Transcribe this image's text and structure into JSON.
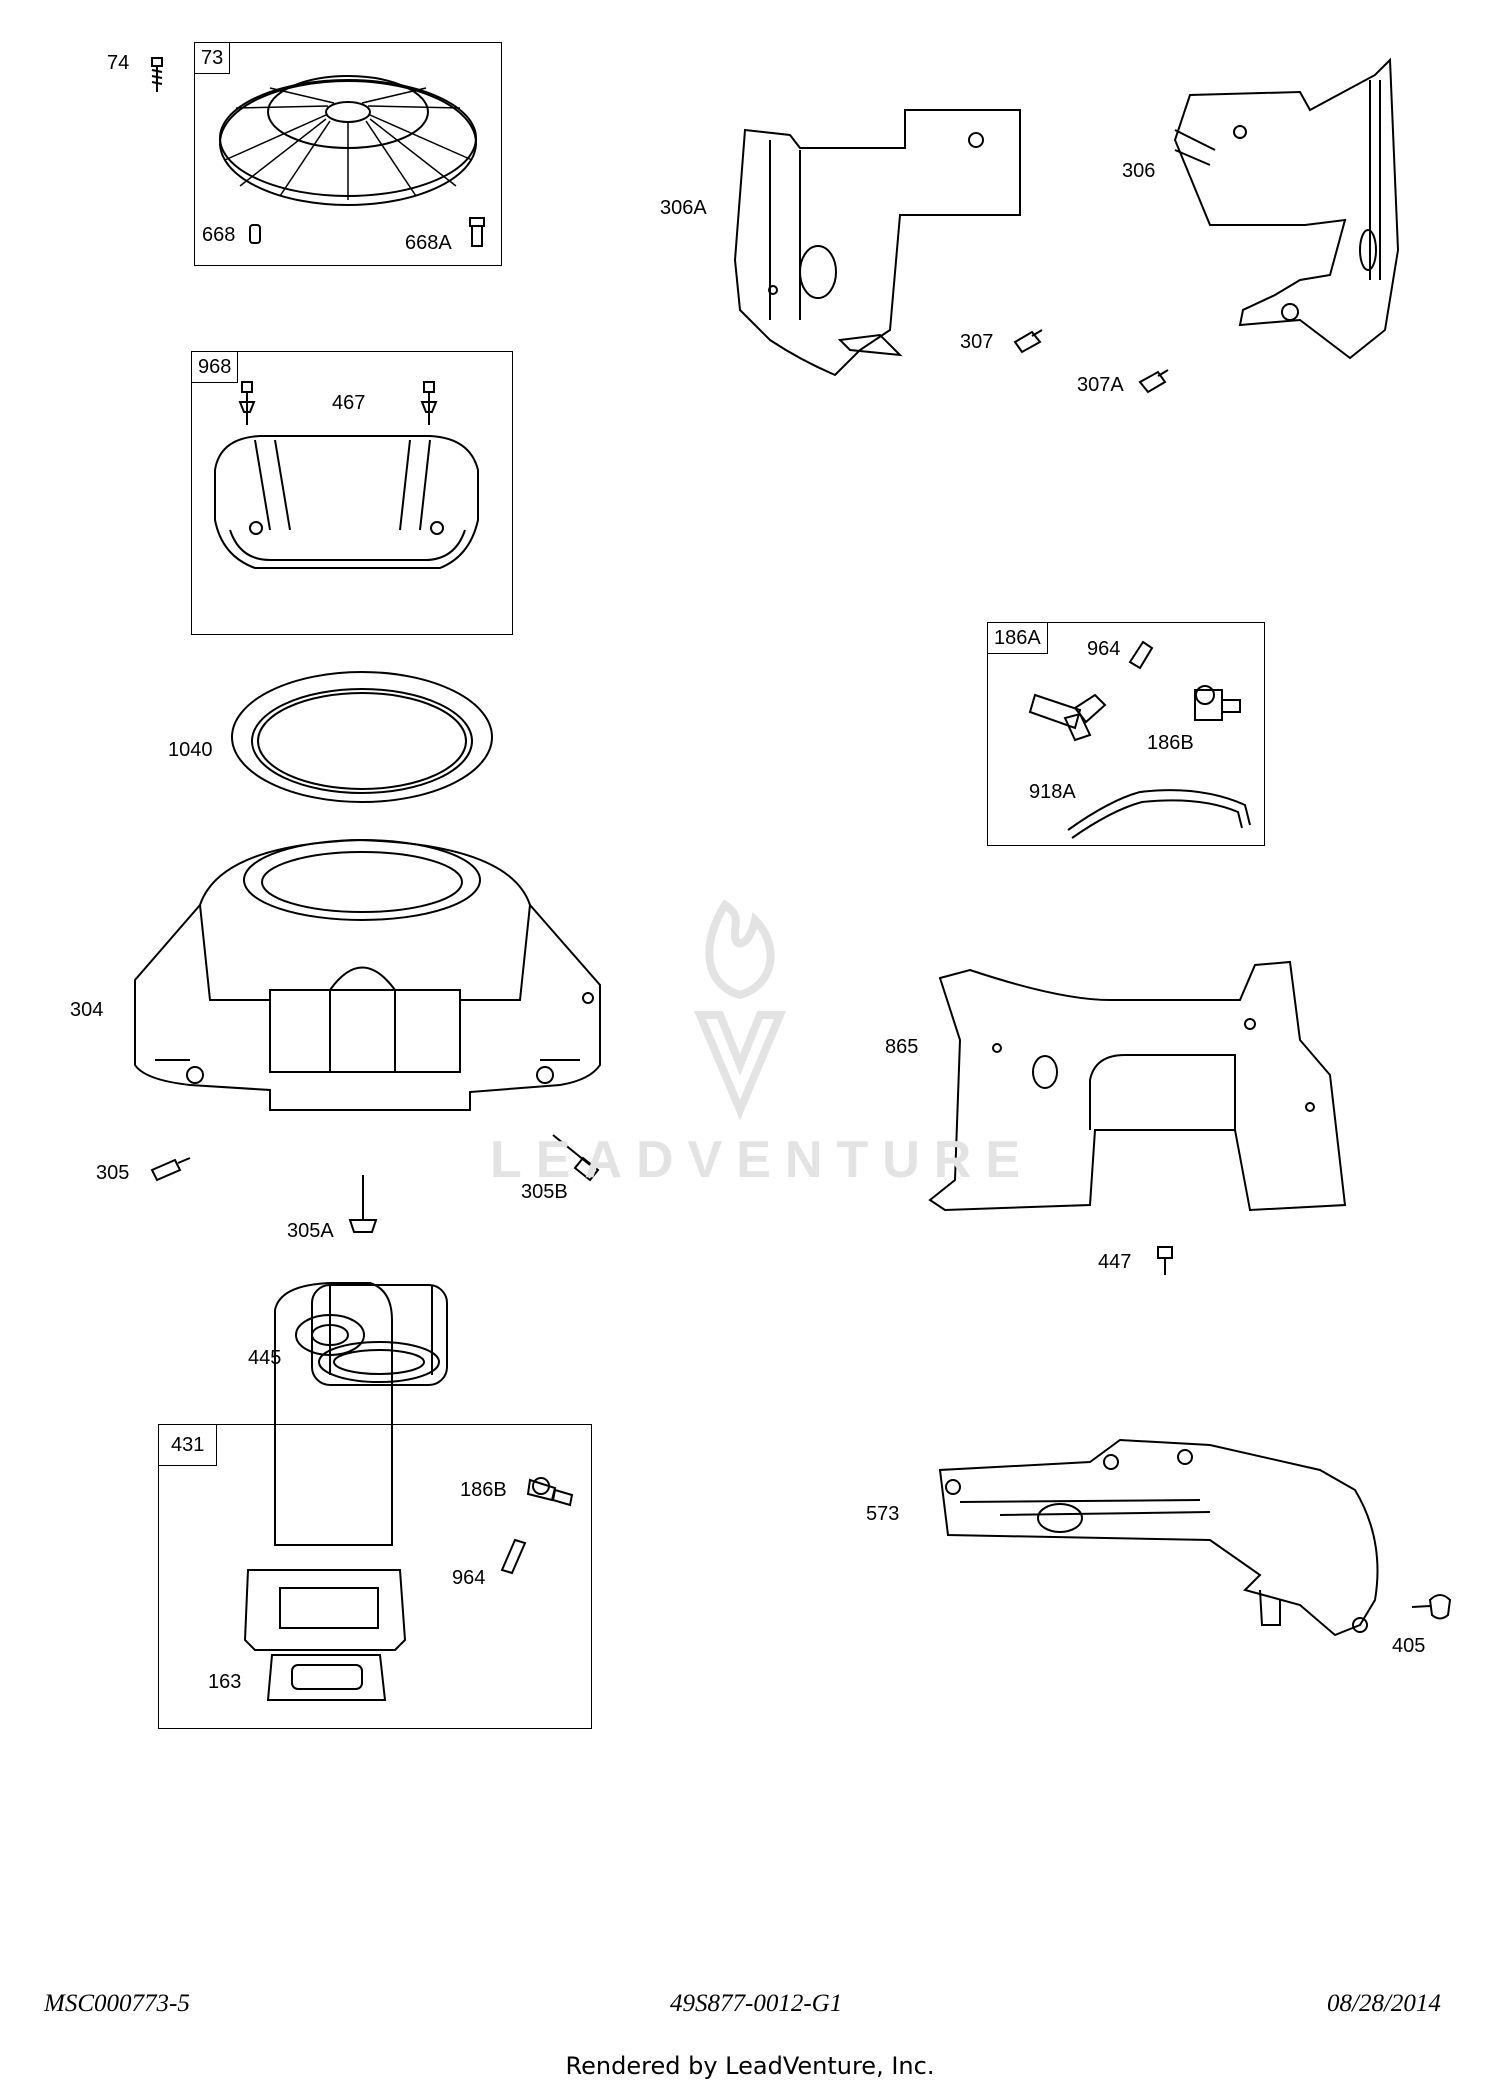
{
  "diagram": {
    "callouts": {
      "c74": "74",
      "c73": "73",
      "c668": "668",
      "c668a": "668A",
      "c968": "968",
      "c467": "467",
      "c1040": "1040",
      "c304": "304",
      "c305": "305",
      "c305a": "305A",
      "c305b": "305B",
      "c445": "445",
      "c431": "431",
      "c186b_l": "186B",
      "c964_l": "964",
      "c163": "163",
      "c306a": "306A",
      "c306": "306",
      "c307": "307",
      "c307a": "307A",
      "c186a": "186A",
      "c964_r": "964",
      "c186b_r": "186B",
      "c918a": "918A",
      "c865": "865",
      "c447": "447",
      "c573": "573",
      "c405": "405"
    },
    "watermark": "LEADVENTURE"
  },
  "footer": {
    "left": "MSC000773-5",
    "center": "49S877-0012-G1",
    "right": "08/28/2014",
    "rendered_by": "Rendered by LeadVenture, Inc."
  }
}
